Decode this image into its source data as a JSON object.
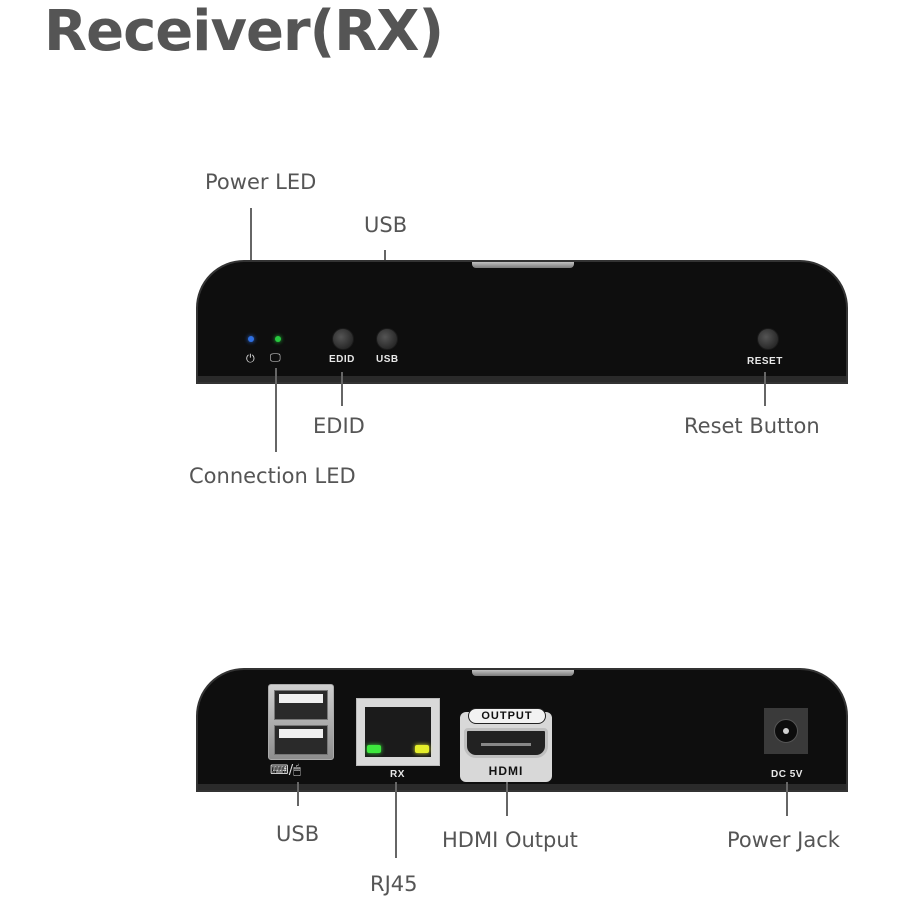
{
  "title": "Receiver(RX)",
  "front_panel": {
    "callouts": {
      "power_led": "Power LED",
      "usb": "USB",
      "edid": "EDID",
      "connection_led": "Connection LED",
      "reset_button": "Reset Button"
    },
    "silkscreen": {
      "edid": "EDID",
      "usb": "USB",
      "reset": "RESET",
      "power_icon": "⏻",
      "connection_icon": "🖵"
    },
    "led_colors": {
      "power": "#2f6fe0",
      "connection": "#27c93f"
    }
  },
  "rear_panel": {
    "callouts": {
      "usb": "USB",
      "rj45": "RJ45",
      "hdmi_output": "HDMI Output",
      "power_jack": "Power Jack"
    },
    "silkscreen": {
      "usb_icons": "⌨/🖱",
      "rx": "RX",
      "output": "OUTPUT",
      "hdmi": "HDMI",
      "dc": "DC 5V"
    },
    "led_colors": {
      "rj45_left": "#3ee83e",
      "rj45_right": "#e5ee2a"
    }
  }
}
